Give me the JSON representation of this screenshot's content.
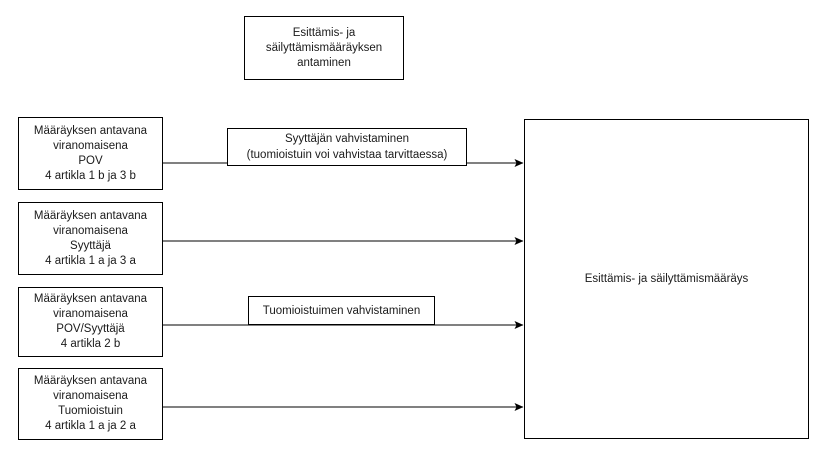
{
  "diagram": {
    "title_box": {
      "lines": [
        "Esittämis- ja",
        "säilyttämismääräyksen",
        "antaminen"
      ]
    },
    "source_boxes": [
      {
        "name": "pov",
        "lines": [
          "Määräyksen antavana",
          "viranomaisena",
          "POV",
          "4 artikla 1 b ja 3 b"
        ]
      },
      {
        "name": "syyttaja",
        "lines": [
          "Määräyksen antavana",
          "viranomaisena",
          "Syyttäjä",
          "4 artikla 1 a ja 3 a"
        ]
      },
      {
        "name": "pov-syyttaja",
        "lines": [
          "Määräyksen antavana",
          "viranomaisena",
          "POV/Syyttäjä",
          "4 artikla 2 b"
        ]
      },
      {
        "name": "tuomioistuin",
        "lines": [
          "Määräyksen antavana",
          "viranomaisena",
          "Tuomioistuin",
          "4 artikla 1 a ja 2 a"
        ]
      }
    ],
    "edge_labels": [
      {
        "name": "syyttajan-vahvistaminen",
        "lines": [
          "Syyttäjän vahvistaminen",
          "(tuomioistuin voi vahvistaa tarvittaessa)"
        ]
      },
      {
        "name": "tuomioistuimen-vahvistaminen",
        "lines": [
          "Tuomioistuimen vahvistaminen"
        ]
      }
    ],
    "target_box": {
      "label": "Esittämis- ja säilyttämismääräys"
    },
    "colors": {
      "stroke": "#000000",
      "text": "#1a1a1a",
      "background": "#ffffff"
    }
  }
}
